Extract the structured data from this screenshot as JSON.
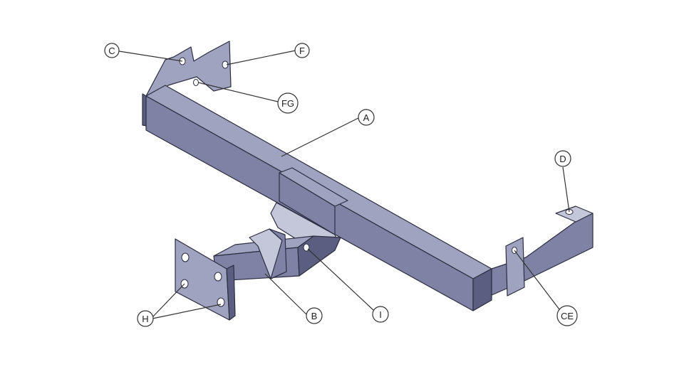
{
  "colors": {
    "metal_top": "#a0a3c0",
    "metal_front": "#7f82a5",
    "metal_dark": "#5b5e80",
    "metal_light": "#c4c6da",
    "outline": "#2c2d40",
    "leader": "#333333"
  },
  "callouts": {
    "A": "A",
    "B": "B",
    "C": "C",
    "D": "D",
    "F": "F",
    "FG": "FG",
    "H": "H",
    "I": "I",
    "CE": "CE"
  }
}
